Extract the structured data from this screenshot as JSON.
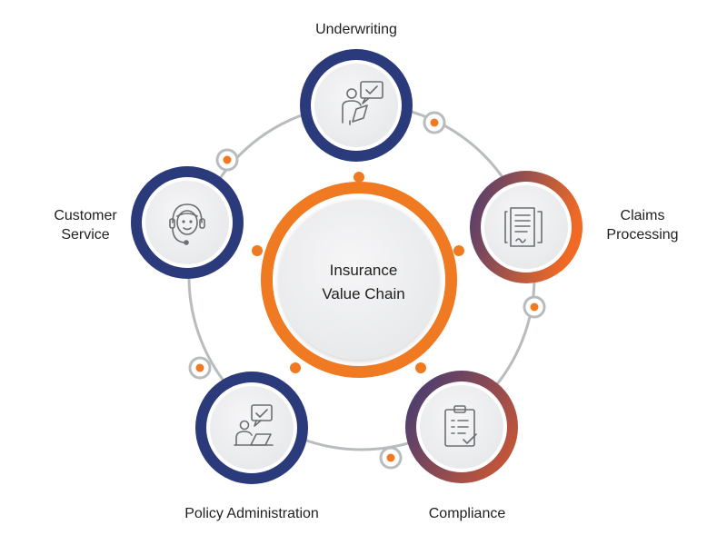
{
  "center": {
    "line1": "Insurance",
    "line2": "Value Chain"
  },
  "nodes": {
    "underwriting": {
      "label": "Underwriting",
      "icon": "underwriter-approval-icon"
    },
    "claims": {
      "line1": "Claims",
      "line2": "Processing",
      "icon": "claims-document-icon"
    },
    "compliance": {
      "label": "Compliance",
      "icon": "clipboard-checklist-icon"
    },
    "policy": {
      "label": "Policy Administration",
      "icon": "admin-laptop-approval-icon"
    },
    "customer": {
      "line1": "Customer",
      "line2": "Service",
      "icon": "headset-agent-icon"
    }
  },
  "colors": {
    "navy": "#2b3a7a",
    "orange": "#f07a22",
    "purple": "#5a3b6e",
    "connector": "#b9bcbf",
    "inner_fill": "#eeeff1"
  }
}
